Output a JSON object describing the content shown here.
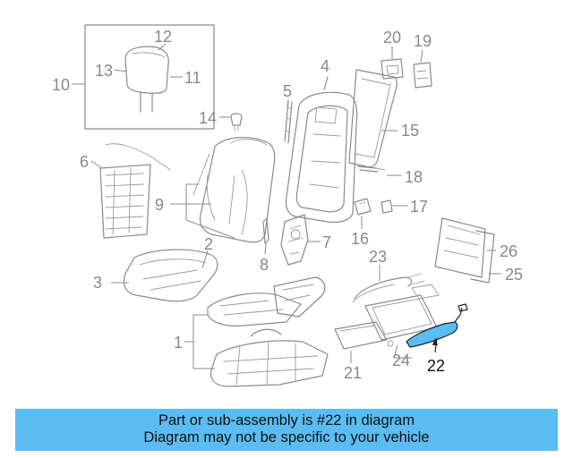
{
  "callouts": {
    "c1": "1",
    "c2": "2",
    "c3": "3",
    "c4": "4",
    "c5": "5",
    "c6": "6",
    "c7": "7",
    "c8": "8",
    "c9": "9",
    "c10": "10",
    "c11": "11",
    "c12": "12",
    "c13": "13",
    "c14": "14",
    "c15": "15",
    "c16": "16",
    "c17": "17",
    "c18": "18",
    "c19": "19",
    "c20": "20",
    "c21": "21",
    "c22": "22",
    "c23": "23",
    "c24": "24",
    "c25": "25",
    "c26": "26"
  },
  "highlight": {
    "part": "22",
    "color": "#5bbcf2"
  },
  "banner": {
    "line1": "Part or sub-assembly is #22 in diagram",
    "line2": "Diagram may not be specific to your vehicle",
    "background": "#5bbcf2"
  }
}
